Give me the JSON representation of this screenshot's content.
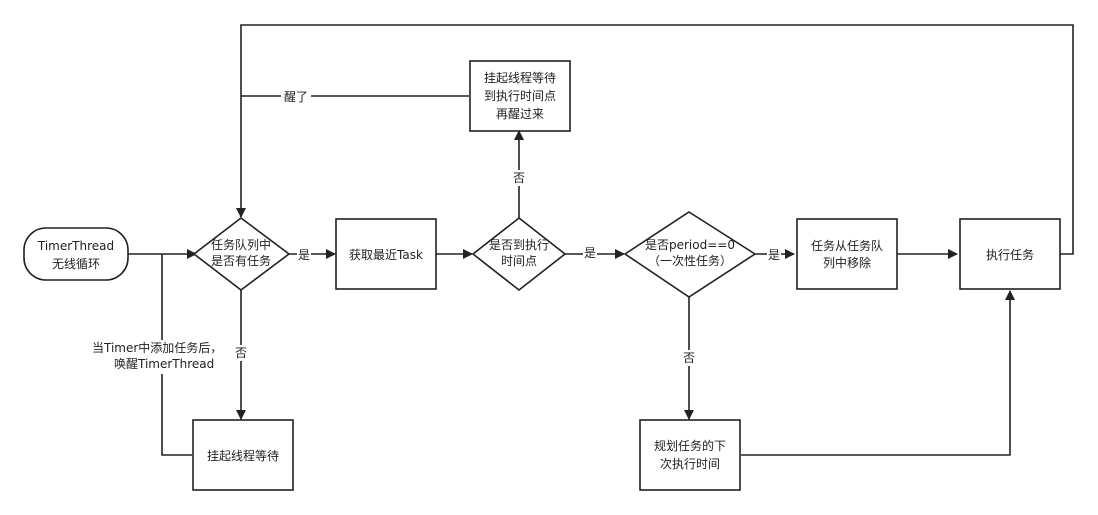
{
  "diagram": {
    "nodes": {
      "start": [
        "TimerThread",
        "无线循环"
      ],
      "check_queue": [
        "任务队列中",
        "是否有任务"
      ],
      "get_task": [
        "获取最近Task"
      ],
      "check_time": [
        "是否到执行",
        "时间点"
      ],
      "check_period": [
        "是否period==0",
        "（一次性任务）"
      ],
      "remove_task": [
        "任务从任务队",
        "列中移除"
      ],
      "execute": [
        "执行任务"
      ],
      "wait_until": [
        "挂起线程等待",
        "到执行时间点",
        "再醒过来"
      ],
      "wait": [
        "挂起线程等待"
      ],
      "plan_next": [
        "规划任务的下",
        "次执行时间"
      ]
    },
    "edge_labels": {
      "queue_yes": "是",
      "queue_no": "否",
      "time_yes": "是",
      "time_no": "否",
      "period_yes": "是",
      "period_no": "否",
      "woke": "醒了",
      "add_task": [
        "当Timer中添加任务后，",
        "唤醒TimerThread"
      ]
    }
  }
}
